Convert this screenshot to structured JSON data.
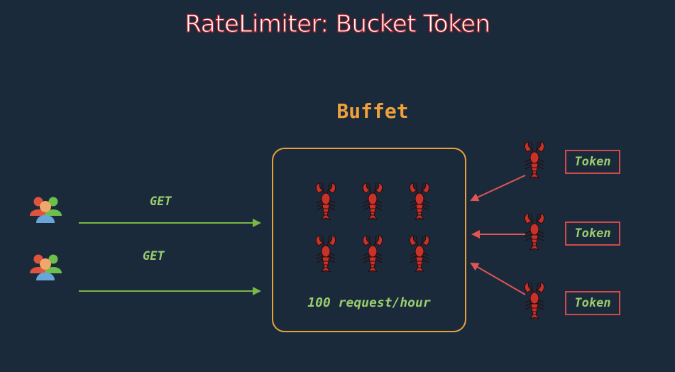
{
  "title": "RateLimiter: Bucket Token",
  "bucket": {
    "label": "Buffet",
    "rate": "100 request/hour",
    "contents_count": 6
  },
  "clients": [
    {
      "request": "GET"
    },
    {
      "request": "GET"
    }
  ],
  "tokens": [
    {
      "label": "Token"
    },
    {
      "label": "Token"
    },
    {
      "label": "Token"
    }
  ],
  "colors": {
    "background": "#1a2a3a",
    "bucket_border": "#e8a23c",
    "bucket_label": "#f0a03c",
    "request_arrow": "#7ab648",
    "token_arrow": "#e05555",
    "token_border": "#d04a4a",
    "text_green": "#9acd6e",
    "title_outline": "#b3202a"
  },
  "icons": [
    "users-icon",
    "lobster-icon"
  ]
}
